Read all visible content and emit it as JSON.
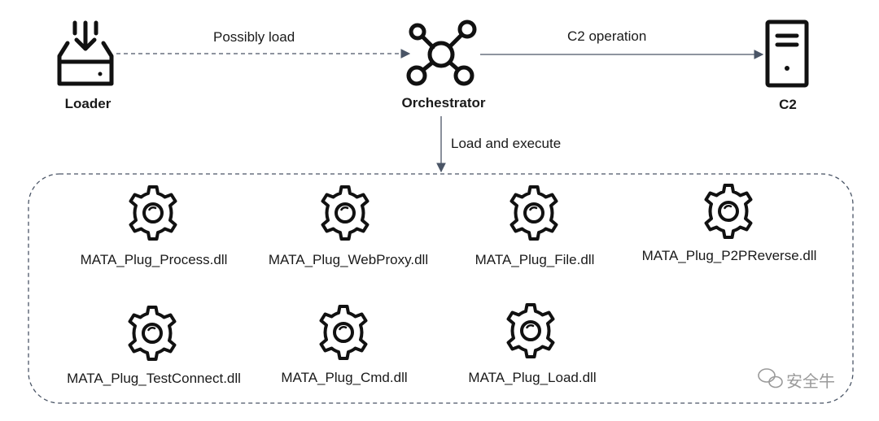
{
  "nodes": {
    "loader": {
      "label": "Loader",
      "icon": "download-tray-icon"
    },
    "orchestrator": {
      "label": "Orchestrator",
      "icon": "network-hub-icon"
    },
    "c2": {
      "label": "C2",
      "icon": "server-icon"
    }
  },
  "edges": {
    "loader_to_orchestrator": "Possibly load",
    "orchestrator_to_c2": "C2 operation",
    "orchestrator_to_plugins": "Load and execute"
  },
  "plugins": [
    "MATA_Plug_Process.dll",
    "MATA_Plug_WebProxy.dll",
    "MATA_Plug_File.dll",
    "MATA_Plug_P2PReverse.dll",
    "MATA_Plug_TestConnect.dll",
    "MATA_Plug_Cmd.dll",
    "MATA_Plug_Load.dll"
  ],
  "watermark": "安全牛",
  "colors": {
    "line": "#4a5566",
    "icon": "#111111",
    "text": "#1a1a1a"
  }
}
